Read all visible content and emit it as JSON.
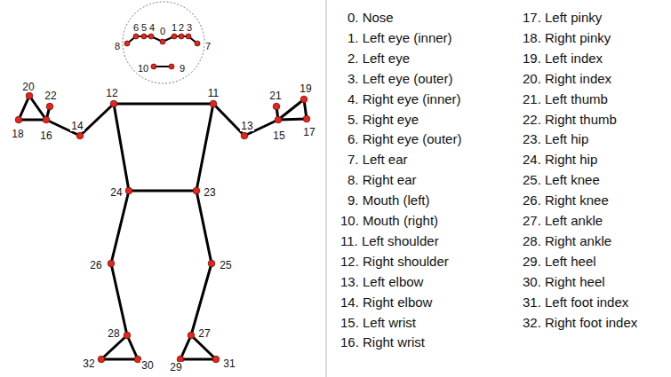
{
  "diagram": {
    "labels": [
      "0",
      "1",
      "2",
      "3",
      "4",
      "5",
      "6",
      "7",
      "8",
      "9",
      "10",
      "11",
      "12",
      "13",
      "14",
      "15",
      "16",
      "17",
      "18",
      "19",
      "20",
      "21",
      "22",
      "23",
      "24",
      "25",
      "26",
      "27",
      "28",
      "29",
      "30",
      "31",
      "32",
      "0. Nose",
      "1. Left eye (inner)",
      "2. Left eye",
      "3. Left eye (outer)",
      "4. Right eye (inner)",
      "5. Right eye",
      "6. Right eye (outer)",
      "7. Left ear",
      "8. Right ear",
      "9. Mouth (left)",
      "10. Mouth (right)",
      "11. Left shoulder",
      "12. Right shoulder",
      "13. Left elbow",
      "14. Right elbow",
      "15. Left wrist",
      "16. Right wrist",
      "17. Left pinky",
      "18. Right pinky",
      "19. Left index",
      "20. Right index",
      "21. Left thumb",
      "22. Right thumb",
      "23. Left hip",
      "24. Right hip",
      "25. Left knee",
      "26. Right knee",
      "27. Left ankle",
      "28. Right ankle",
      "29. Left heel",
      "30. Right heel",
      "31. Left foot index",
      "32. Right foot index"
    ]
  }
}
